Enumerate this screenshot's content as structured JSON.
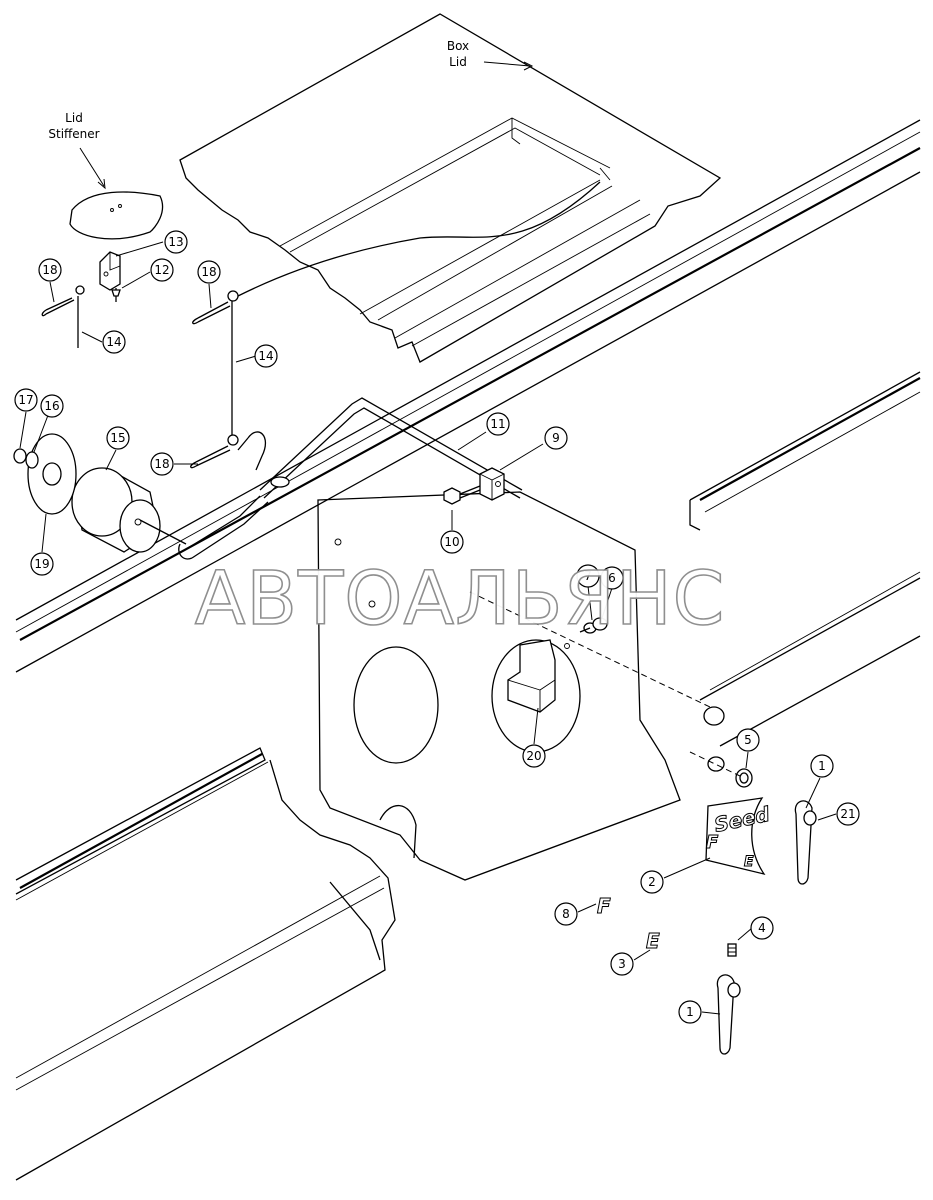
{
  "labels": {
    "box_lid_line1": "Box",
    "box_lid_line2": "Lid",
    "lid_stiffener_line1": "Lid",
    "lid_stiffener_line2": "Stiffener"
  },
  "decals": {
    "seed": "Seed",
    "f": "F",
    "e": "E"
  },
  "watermark": "АВТОАЛЬЯНС",
  "callouts": [
    {
      "id": "c13",
      "number": "13"
    },
    {
      "id": "c12",
      "number": "12"
    },
    {
      "id": "c18a",
      "number": "18"
    },
    {
      "id": "c14a",
      "number": "14"
    },
    {
      "id": "c18b",
      "number": "18"
    },
    {
      "id": "c14b",
      "number": "14"
    },
    {
      "id": "c17",
      "number": "17"
    },
    {
      "id": "c16",
      "number": "16"
    },
    {
      "id": "c15",
      "number": "15"
    },
    {
      "id": "c19",
      "number": "19"
    },
    {
      "id": "c18c",
      "number": "18"
    },
    {
      "id": "c11",
      "number": "11"
    },
    {
      "id": "c9",
      "number": "9"
    },
    {
      "id": "c10",
      "number": "10"
    },
    {
      "id": "c7",
      "number": "7"
    },
    {
      "id": "c6",
      "number": "6"
    },
    {
      "id": "c20",
      "number": "20"
    },
    {
      "id": "c5",
      "number": "5"
    },
    {
      "id": "c1a",
      "number": "1"
    },
    {
      "id": "c21",
      "number": "21"
    },
    {
      "id": "c2",
      "number": "2"
    },
    {
      "id": "c8",
      "number": "8"
    },
    {
      "id": "c4",
      "number": "4"
    },
    {
      "id": "c3",
      "number": "3"
    },
    {
      "id": "c1b",
      "number": "1"
    }
  ]
}
